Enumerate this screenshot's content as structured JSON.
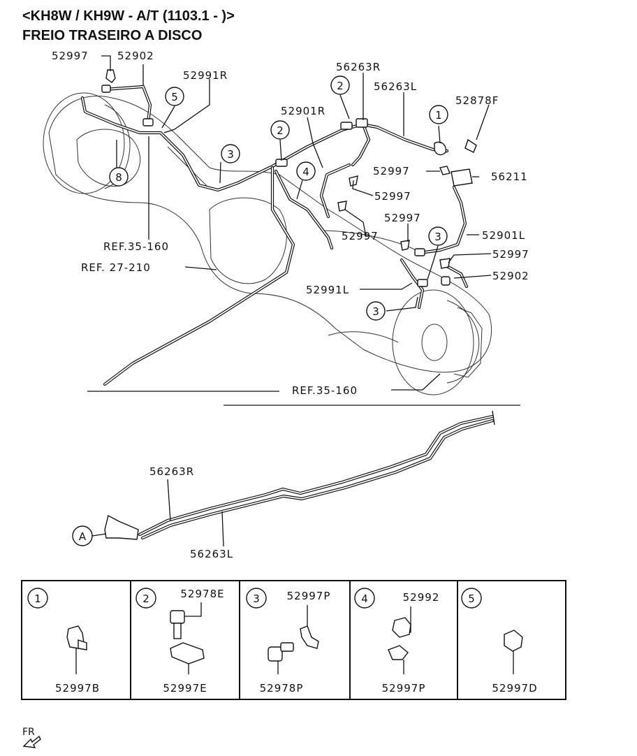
{
  "header": {
    "line1": "<KH8W / KH9W - A/T (1103.1 - )>",
    "line2": "FREIO TRASEIRO A DISCO"
  },
  "labels": {
    "p52997_top": "52997",
    "p52902_top": "52902",
    "p52991R": "52991R",
    "p56263R_top": "56263R",
    "p56263L_top": "56263L",
    "p52901R": "52901R",
    "p52878F": "52878F",
    "p52997_a": "52997",
    "p56211": "56211",
    "p52997_b": "52997",
    "p52997_c": "52997",
    "p52997_d": "52997",
    "p52901L": "52901L",
    "p52997_e": "52997",
    "p52902_right": "52902",
    "p52991L": "52991L",
    "ref35_left": "REF.35-160",
    "ref27": "REF. 27-210",
    "ref35_bottom": "REF.35-160",
    "p56263R_low": "56263R",
    "p56263L_low": "56263L",
    "mark_A": "A"
  },
  "callouts": {
    "c1": "1",
    "c2a": "2",
    "c2b": "2",
    "c3a": "3",
    "c3b": "3",
    "c3c": "3",
    "c4": "4",
    "c5": "5",
    "c8": "8"
  },
  "detail_table": {
    "cells": [
      {
        "num": "1",
        "top": "",
        "bottom": "52997B"
      },
      {
        "num": "2",
        "top": "52978E",
        "bottom": "52997E"
      },
      {
        "num": "3",
        "top": "52997P",
        "bottom": "52978P"
      },
      {
        "num": "4",
        "top": "52992",
        "bottom": "52997P"
      },
      {
        "num": "5",
        "top": "",
        "bottom": "52997D"
      }
    ]
  },
  "front_mark": "FR"
}
